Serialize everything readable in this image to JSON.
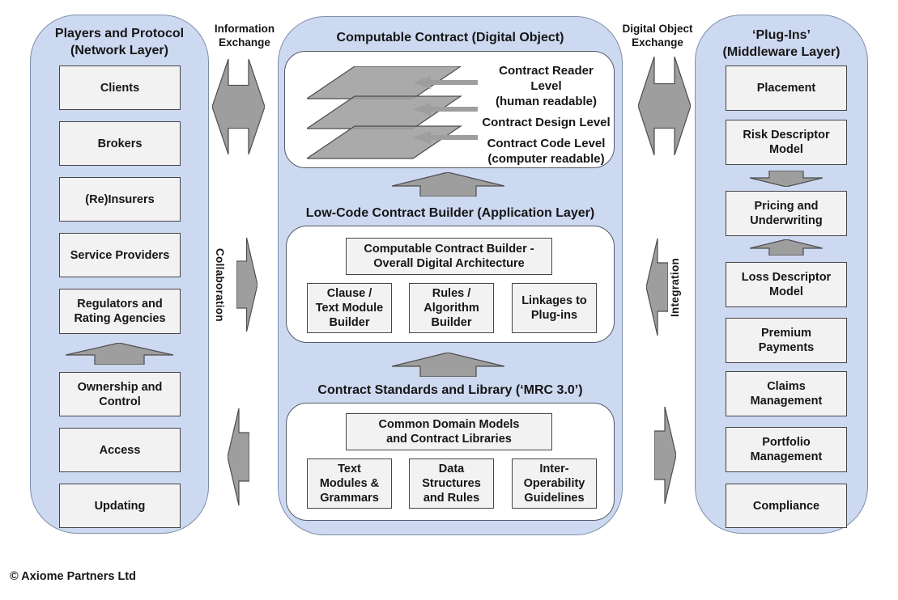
{
  "left_column": {
    "title": "Players and Protocol\n(Network Layer)",
    "boxes": [
      "Clients",
      "Brokers",
      "(Re)Insurers",
      "Service Providers",
      "Regulators and\nRating Agencies",
      "Ownership and\nControl",
      "Access",
      "Updating"
    ]
  },
  "middle_column": {
    "digital_object": {
      "title": "Computable Contract (Digital Object)",
      "layer_labels": [
        "Contract Reader Level\n(human readable)",
        "Contract Design Level",
        "Contract Code Level\n(computer readable)"
      ]
    },
    "app_layer": {
      "title": "Low-Code Contract Builder (Application Layer)",
      "main_box": "Computable Contract Builder -\nOverall Digital Architecture",
      "sub_boxes": [
        "Clause /\nText Module\nBuilder",
        "Rules /\nAlgorithm\nBuilder",
        "Linkages to\nPlug-ins"
      ]
    },
    "standards": {
      "title": "Contract Standards and Library  (‘MRC 3.0’)",
      "main_box": "Common Domain Models\nand Contract Libraries",
      "sub_boxes": [
        "Text\nModules &\nGrammars",
        "Data\nStructures\nand Rules",
        "Inter-\nOperability\nGuidelines"
      ]
    }
  },
  "right_column": {
    "title": "‘Plug-Ins’\n(Middleware Layer)",
    "boxes": [
      "Placement",
      "Risk Descriptor\nModel",
      "Pricing and\nUnderwriting",
      "Loss Descriptor\nModel",
      "Premium\nPayments",
      "Claims\nManagement",
      "Portfolio\nManagement",
      "Compliance"
    ]
  },
  "connectors": {
    "information_exchange": "Information\nExchange",
    "digital_object_exchange": "Digital Object\nExchange",
    "collaboration": "Collaboration",
    "integration": "Integration"
  },
  "footer": {
    "copyright": "© Axiome Partners Ltd"
  },
  "colors": {
    "column_fill": "#cdd9f1",
    "column_border": "#7e8ea8",
    "box_fill": "#f2f2f2",
    "box_border": "#454545",
    "arrow_fill": "#9e9e9e",
    "arrow_border": "#4d4d4d"
  }
}
